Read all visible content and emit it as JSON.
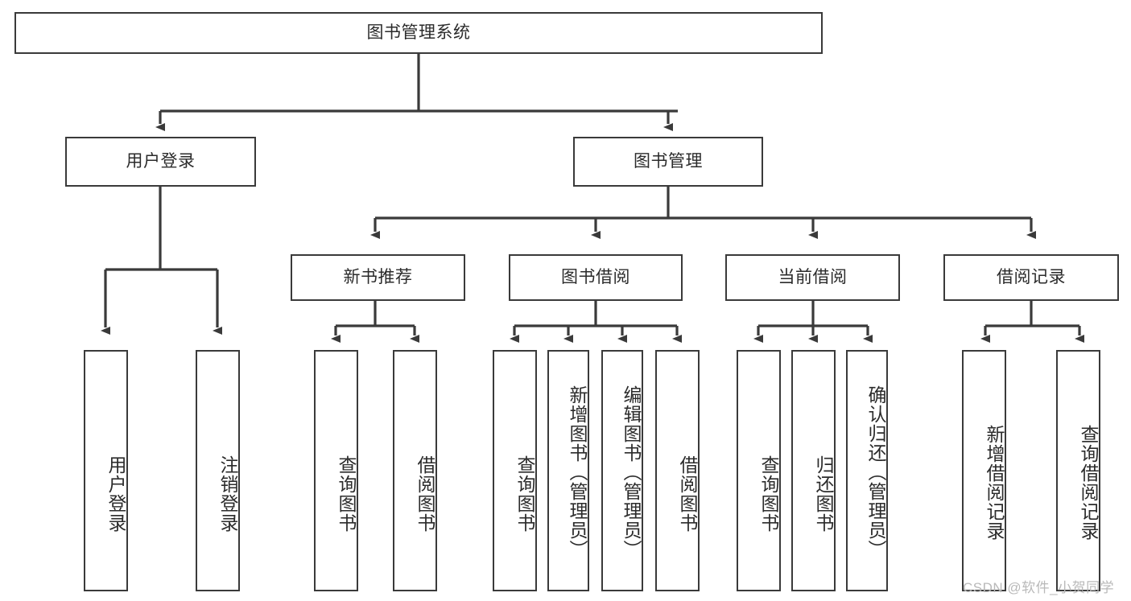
{
  "diagram": {
    "type": "tree-hierarchy",
    "title": "图书管理系统",
    "watermark": "CSDN @软件_小贺同学",
    "colors": {
      "stroke": "#3a3a3a",
      "fill": "#ffffff",
      "text": "#2b2b2b",
      "watermark": "#b9b9b9"
    },
    "root": {
      "label": "图书管理系统"
    },
    "level2": [
      {
        "id": "user-login",
        "label": "用户登录"
      },
      {
        "id": "book-manage",
        "label": "图书管理"
      }
    ],
    "level3": [
      {
        "id": "new-book-recommend",
        "label": "新书推荐"
      },
      {
        "id": "book-borrow",
        "label": "图书借阅"
      },
      {
        "id": "current-borrow",
        "label": "当前借阅"
      },
      {
        "id": "borrow-record",
        "label": "借阅记录"
      }
    ],
    "leaves": [
      {
        "id": "leaf-user-login",
        "label": "用户登录",
        "parent": "user-login"
      },
      {
        "id": "leaf-user-logout",
        "label": "注销登录",
        "parent": "user-login"
      },
      {
        "id": "leaf-query-book-1",
        "label": "查询图书",
        "parent": "new-book-recommend"
      },
      {
        "id": "leaf-borrow-book-1",
        "label": "借阅图书",
        "parent": "new-book-recommend"
      },
      {
        "id": "leaf-query-book-2",
        "label": "查询图书",
        "parent": "book-borrow"
      },
      {
        "id": "leaf-add-book",
        "label": "新增图书（管理员）",
        "parent": "book-borrow"
      },
      {
        "id": "leaf-edit-book",
        "label": "编辑图书（管理员）",
        "parent": "book-borrow"
      },
      {
        "id": "leaf-borrow-book-2",
        "label": "借阅图书",
        "parent": "book-borrow"
      },
      {
        "id": "leaf-query-book-3",
        "label": "查询图书",
        "parent": "current-borrow"
      },
      {
        "id": "leaf-return-book",
        "label": "归还图书",
        "parent": "current-borrow"
      },
      {
        "id": "leaf-confirm-return",
        "label": "确认归还（管理员）",
        "parent": "current-borrow"
      },
      {
        "id": "leaf-add-record",
        "label": "新增借阅记录",
        "parent": "borrow-record"
      },
      {
        "id": "leaf-query-record",
        "label": "查询借阅记录",
        "parent": "borrow-record"
      }
    ]
  }
}
